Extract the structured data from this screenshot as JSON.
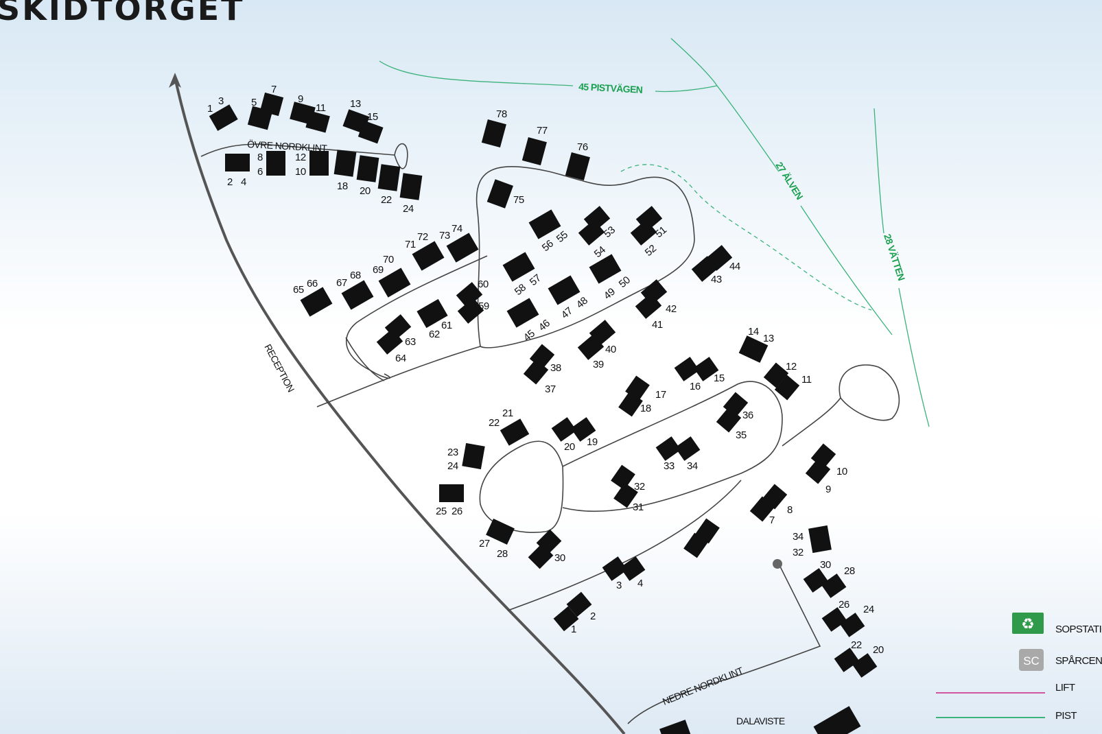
{
  "title": "SKIDTORGET",
  "roads": {
    "ovre_nordklint": "ÖVRE NORDKLINT",
    "reception": "RECEPTION",
    "nedre_nordklint": "NEDRE NORDKLINT",
    "dalaviste": "DALAVISTE"
  },
  "pists": {
    "pistvagen": "45 PISTVÄGEN",
    "alven": "27 ÄLVEN",
    "vatten": "28 VÄTTEN"
  },
  "legend": [
    {
      "label": "SOPSTATIO",
      "icon": "recycle-icon",
      "color": "#2e9a4a"
    },
    {
      "label": "SPÅRCENT",
      "icon": "SC",
      "color": "#a9a9a9"
    },
    {
      "label": "LIFT",
      "color": "#d0549e"
    },
    {
      "label": "PIST",
      "color": "#3ab27a"
    }
  ],
  "houses": [
    "1",
    "3",
    "5",
    "7",
    "9",
    "11",
    "13",
    "15",
    "8",
    "6",
    "12",
    "10",
    "2",
    "4",
    "18",
    "20",
    "22",
    "24",
    "78",
    "77",
    "76",
    "75",
    "56",
    "55",
    "53",
    "54",
    "51",
    "52",
    "58",
    "57",
    "49",
    "50",
    "47",
    "48",
    "45",
    "46",
    "44",
    "43",
    "42",
    "41",
    "71",
    "72",
    "73",
    "74",
    "65",
    "66",
    "67",
    "68",
    "69",
    "70",
    "60",
    "59",
    "62",
    "61",
    "63",
    "64",
    "38",
    "37",
    "40",
    "39",
    "14",
    "13",
    "12",
    "11",
    "16",
    "15",
    "17",
    "18",
    "36",
    "35",
    "22",
    "21",
    "20",
    "19",
    "23",
    "24",
    "25",
    "26",
    "33",
    "34",
    "32",
    "31",
    "10",
    "9",
    "7",
    "8",
    "27",
    "28",
    "30",
    "34",
    "32",
    "3",
    "4",
    "30",
    "28",
    "2",
    "1",
    "26",
    "24",
    "22",
    "20"
  ]
}
